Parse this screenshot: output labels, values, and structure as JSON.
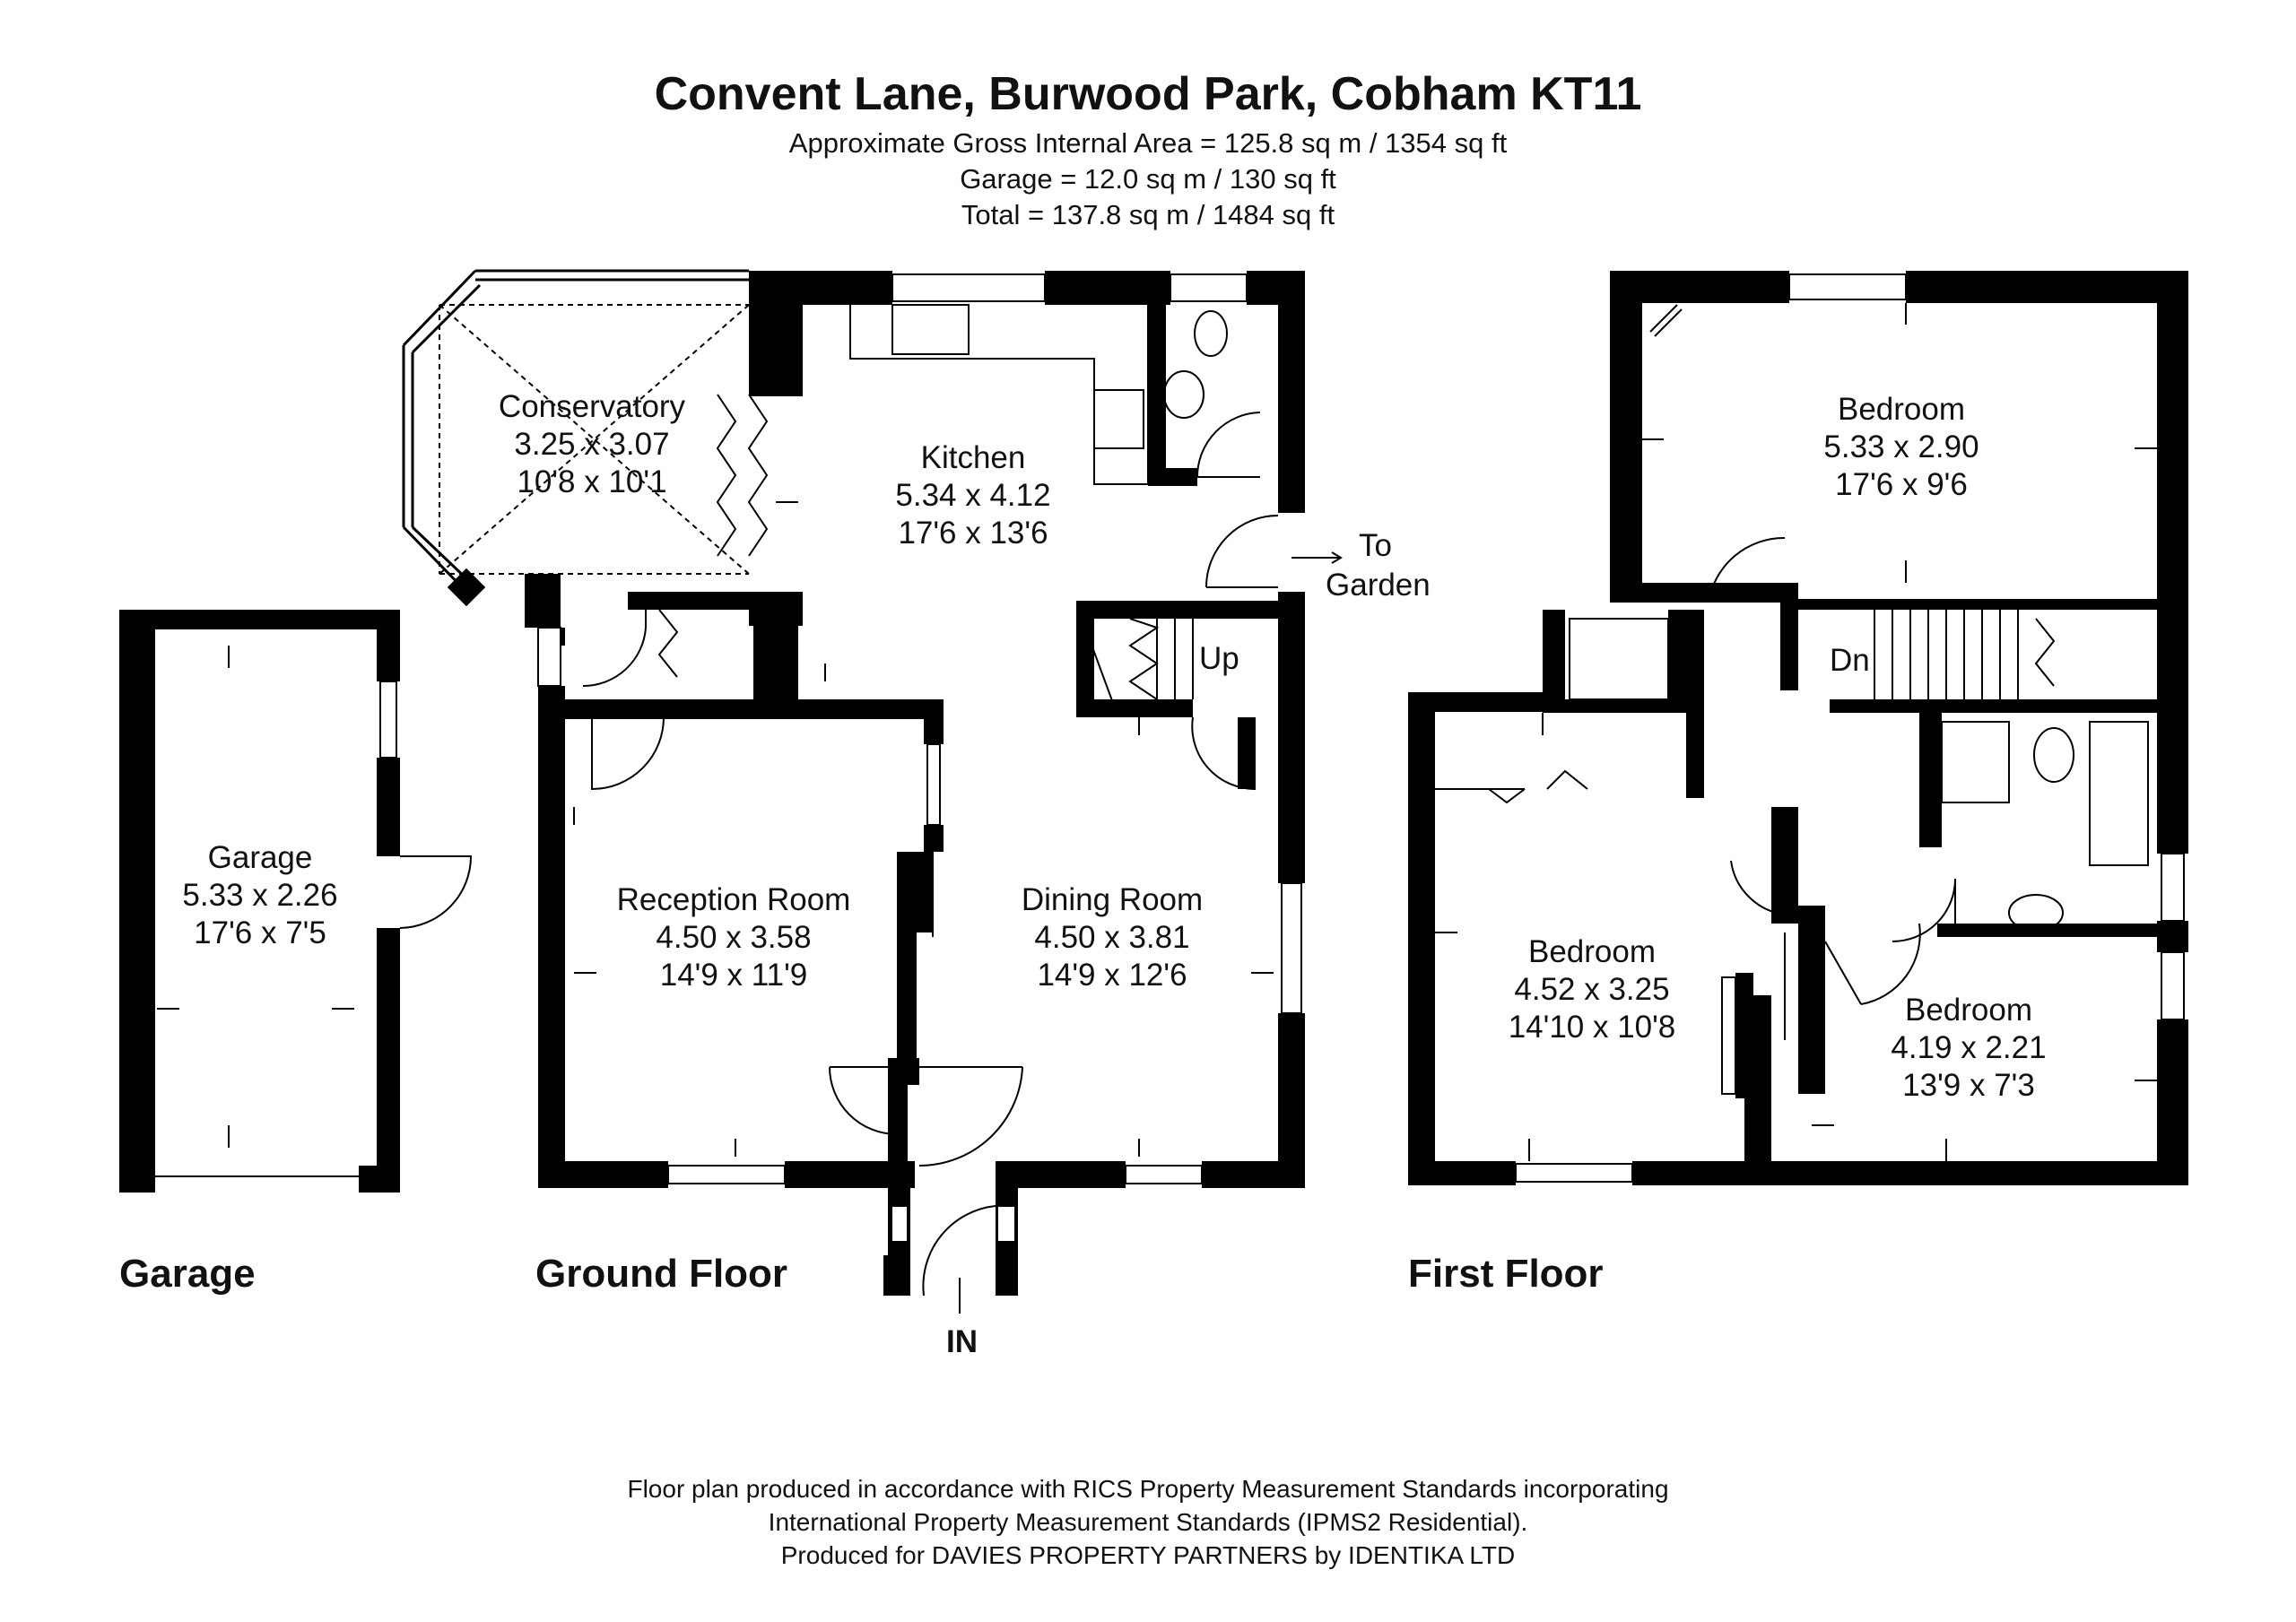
{
  "header": {
    "title": "Convent Lane, Burwood Park, Cobham KT11",
    "area_lines": [
      "Approximate Gross Internal Area = 125.8 sq m / 1354 sq ft",
      "Garage = 12.0 sq m / 130 sq ft",
      "Total = 137.8 sq m / 1484 sq ft"
    ]
  },
  "floors": {
    "garage": "Garage",
    "ground": "Ground Floor",
    "first": "First Floor"
  },
  "rooms": {
    "garage": {
      "name": "Garage",
      "metric": "5.33 x 2.26",
      "imperial": "17'6 x 7'5"
    },
    "conservatory": {
      "name": "Conservatory",
      "metric": "3.25 x 3.07",
      "imperial": "10'8 x 10'1"
    },
    "kitchen": {
      "name": "Kitchen",
      "metric": "5.34 x 4.12",
      "imperial": "17'6 x 13'6"
    },
    "reception": {
      "name": "Reception Room",
      "metric": "4.50 x 3.58",
      "imperial": "14'9 x 11'9"
    },
    "dining": {
      "name": "Dining Room",
      "metric": "4.50 x 3.81",
      "imperial": "14'9 x 12'6"
    },
    "bedroom_top": {
      "name": "Bedroom",
      "metric": "5.33 x 2.90",
      "imperial": "17'6 x 9'6"
    },
    "bedroom_left": {
      "name": "Bedroom",
      "metric": "4.52 x 3.25",
      "imperial": "14'10 x 10'8"
    },
    "bedroom_small": {
      "name": "Bedroom",
      "metric": "4.19 x 2.21",
      "imperial": "13'9 x 7'3"
    }
  },
  "labels": {
    "to": "To",
    "garden": "Garden",
    "up": "Up",
    "dn": "Dn",
    "in": "IN"
  },
  "footer": {
    "lines": [
      "Floor plan produced in accordance with RICS Property Measurement Standards incorporating",
      "International Property Measurement Standards (IPMS2 Residential).",
      "Produced for DAVIES PROPERTY PARTNERS by IDENTIKA LTD"
    ]
  }
}
